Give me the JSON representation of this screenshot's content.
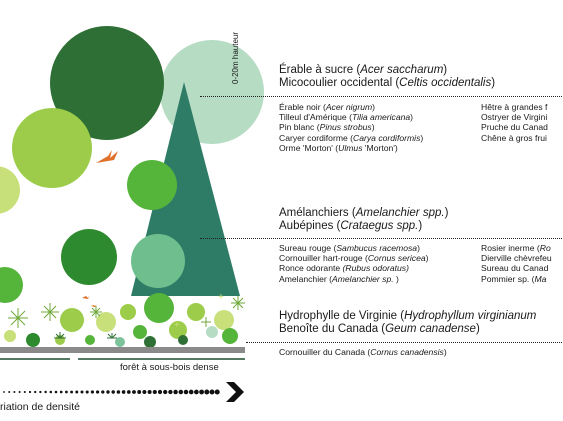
{
  "height_label": "0-20m hauteur",
  "layers": [
    {
      "id": "canopy",
      "heading_lines": [
        [
          {
            "t": "Érable à sucre ("
          },
          {
            "t": "Acer saccharum",
            "i": true
          },
          {
            "t": ")"
          }
        ],
        [
          {
            "t": "Micocoulier occidental ("
          },
          {
            "t": "Celtis occidentalis",
            "i": true
          },
          {
            "t": ")"
          }
        ]
      ],
      "col1": [
        [
          {
            "t": "Érable noir ("
          },
          {
            "t": "Acer nigrum",
            "i": true
          },
          {
            "t": ")"
          }
        ],
        [
          {
            "t": "Tilleul d'Amérique ("
          },
          {
            "t": "Tilia americana",
            "i": true
          },
          {
            "t": ")"
          }
        ],
        [
          {
            "t": "Pin blanc ("
          },
          {
            "t": "Pinus strobus",
            "i": true
          },
          {
            "t": ")"
          }
        ],
        [
          {
            "t": "Caryer cordiforme ("
          },
          {
            "t": "Carya cordiformis",
            "i": true
          },
          {
            "t": ")"
          }
        ],
        [
          {
            "t": "Orme 'Morton' ("
          },
          {
            "t": "Ulmus",
            "i": true
          },
          {
            "t": " 'Morton')"
          }
        ]
      ],
      "col2": [
        [
          {
            "t": "Hêtre à grandes f"
          }
        ],
        [
          {
            "t": "Ostryer de Virgini"
          }
        ],
        [
          {
            "t": "Pruche du Canad"
          }
        ],
        [
          {
            "t": "Chêne à gros frui"
          }
        ]
      ]
    },
    {
      "id": "shrub",
      "heading_lines": [
        [
          {
            "t": "Amélanchiers ("
          },
          {
            "t": "Amelanchier spp.",
            "i": true
          },
          {
            "t": ")"
          }
        ],
        [
          {
            "t": "Aubépines ("
          },
          {
            "t": "Crataegus spp.",
            "i": true
          },
          {
            "t": ")"
          }
        ]
      ],
      "col1": [
        [
          {
            "t": "Sureau rouge ("
          },
          {
            "t": "Sambucus racemosa",
            "i": true
          },
          {
            "t": ")"
          }
        ],
        [
          {
            "t": "Cornouiller hart-rouge ("
          },
          {
            "t": "Cornus sericea",
            "i": true
          },
          {
            "t": ")"
          }
        ],
        [
          {
            "t": "Ronce odorante "
          },
          {
            "t": "(Rubus odoratus)",
            "i": true
          }
        ],
        [
          {
            "t": "Amelanchier ("
          },
          {
            "t": "Amelanchier sp. ",
            "i": true
          },
          {
            "t": ")"
          }
        ]
      ],
      "col2": [
        [
          {
            "t": "Rosier inerme ("
          },
          {
            "t": "Ro",
            "i": true
          }
        ],
        [
          {
            "t": "Dierville chèvrefeu"
          }
        ],
        [
          {
            "t": "Sureau du Canad"
          }
        ],
        [
          {
            "t": "Pommier sp. ("
          },
          {
            "t": "Ma",
            "i": true
          }
        ]
      ]
    },
    {
      "id": "ground",
      "heading_lines": [
        [
          {
            "t": "Hydrophylle de Virginie ("
          },
          {
            "t": "Hydrophyllum virginianum",
            "i": true
          }
        ],
        [
          {
            "t": "Benoîte du Canada ("
          },
          {
            "t": "Geum canadense",
            "i": true
          },
          {
            "t": ")"
          }
        ]
      ],
      "col1": [
        [
          {
            "t": "Cornouiller du Canada ("
          },
          {
            "t": "Cornus canadensis",
            "i": true
          },
          {
            "t": ")"
          }
        ]
      ],
      "col2": []
    }
  ],
  "foot_label": "forêt à sous-bois dense",
  "density_label": "riation de densité",
  "colors": {
    "dark_green": "#2e6f35",
    "mid_green": "#3a8f3b",
    "bright_green": "#55b43a",
    "lime": "#9ccc4a",
    "yellow_green": "#c7e07a",
    "pale_teal": "#b7dcc4",
    "mint": "#7cc29a",
    "teal_tree": "#2f7c66",
    "bird": "#e0702a",
    "ground_bar": "#8a8a8a",
    "dark_line": "#1a4d2e"
  }
}
